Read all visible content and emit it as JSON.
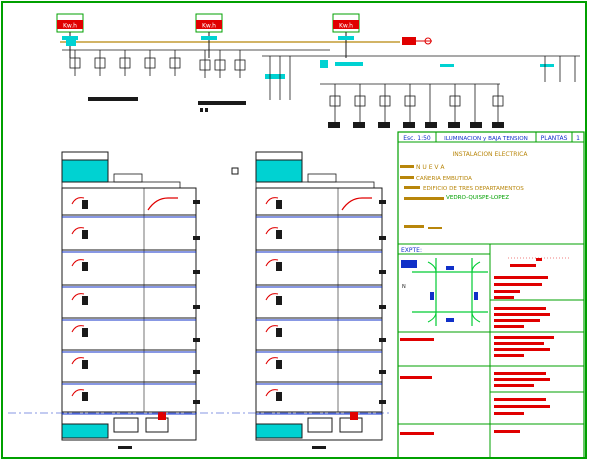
{
  "meters": [
    "Kw.h",
    "Kw.h",
    "Kw.h"
  ],
  "title_block": {
    "scale": "Esc. 1:50",
    "subject": "ILUMINACION y BAJA TENSION",
    "sheet": "PLANTAS",
    "sheet_no": "1",
    "heading": "INSTALACION ELECTRICA",
    "line1": "N U E V A",
    "line2": "CAÑERIA EMBUTIDA",
    "line3": "EDIFICIO DE TRES DEPARTAMENTOS",
    "line4": "VEDRO-QUISPE-LOPEZ",
    "expte": "EXPTE:",
    "north": "N"
  },
  "colors": {
    "line": "#1a1a1a",
    "border": "#00a000",
    "cyan": "#00d2d2",
    "red": "#e00000",
    "ochre": "#b8860b",
    "blue": "#1030c8",
    "green": "#00cc33"
  }
}
